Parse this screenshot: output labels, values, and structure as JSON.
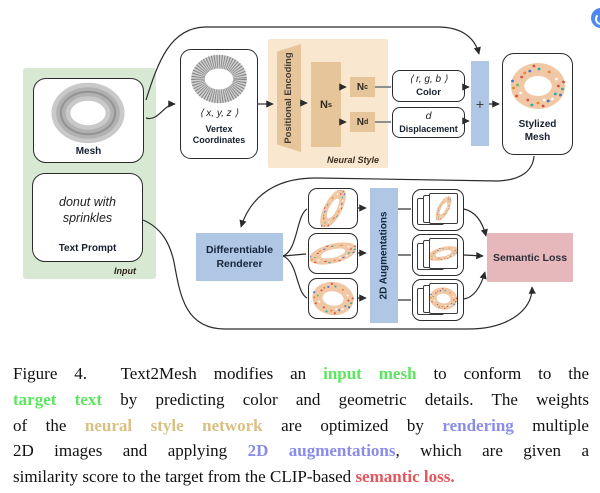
{
  "figure": {
    "input_group": {
      "tag": "Input"
    },
    "mesh_box": {
      "label": "Mesh"
    },
    "prompt_box": {
      "line1": "donut with",
      "line2": "sprinkles",
      "label": "Text Prompt"
    },
    "vertex_box": {
      "coords": "⟨ x, y, z ⟩",
      "label1": "Vertex",
      "label2": "Coordinates"
    },
    "neural_style": {
      "tag": "Neural Style",
      "positional_encoding": "Positional Encoding",
      "ns": {
        "base": "N",
        "sub": "s"
      },
      "nc": {
        "base": "N",
        "sub": "c"
      },
      "nd": {
        "base": "N",
        "sub": "d"
      }
    },
    "color_box": {
      "value": "⟨ r, g, b ⟩",
      "label": "Color"
    },
    "displacement_box": {
      "value": "d",
      "label": "Displacement"
    },
    "plus": "+",
    "stylized_box": {
      "label1": "Stylized",
      "label2": "Mesh"
    },
    "renderer_box": {
      "label1": "Differentiable",
      "label2": "Renderer"
    },
    "augmentations_box": {
      "label": "2D Augmentations"
    },
    "semantic_loss_box": {
      "label": "Semantic Loss"
    }
  },
  "caption": {
    "lines": [
      {
        "segs": [
          {
            "t": "Figure 4.  Text2Mesh modifies an "
          },
          {
            "t": "input mesh"
          },
          {
            "t": " to conform to the"
          }
        ]
      },
      {
        "segs": [
          {
            "t": "target text"
          },
          {
            "t": " by predicting color and geometric details. The weights"
          }
        ]
      },
      {
        "segs": [
          {
            "t": "of the "
          },
          {
            "t": "neural style network"
          },
          {
            "t": " are optimized by "
          },
          {
            "t": "rendering"
          },
          {
            "t": " multiple"
          }
        ]
      },
      {
        "segs": [
          {
            "t": "2D images and applying "
          },
          {
            "t": "2D augmentations"
          },
          {
            "t": ", which are given a"
          }
        ]
      },
      {
        "segs": [
          {
            "t": "similarity score to the target from the CLIP-based "
          },
          {
            "t": "semantic loss."
          }
        ]
      }
    ]
  },
  "colors": {
    "input_bg": "#d7e9d3",
    "neural_style_bg": "#fae7d0",
    "neural_block": "#e7c59b",
    "blue_block": "#afc7e5",
    "semantic_loss_bg": "#e6b8bb",
    "caption_green": "#5ce65f",
    "caption_tan": "#d9c083",
    "caption_blue": "#8a8cea",
    "caption_red": "#e4575e"
  }
}
